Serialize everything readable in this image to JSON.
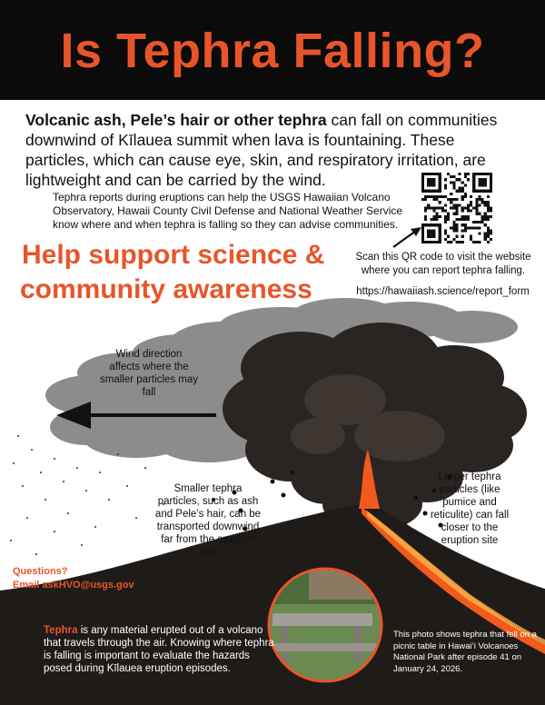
{
  "title": "Is Tephra Falling?",
  "intro": {
    "bold_lead": "Volcanic ash, Pele’s hair or other tephra",
    "text": " can fall on communities downwind of Kīlauea summit when lava is fountaining.  These particles, which can cause eye, skin, and respiratory irritation, are lightweight and can be carried by the wind."
  },
  "reports_text": "Tephra reports during eruptions can help the USGS Hawaiian Volcano Observatory, Hawaii County Civil Defense and National Weather Service know where and when tephra is falling so they can advise communities.",
  "help_line1": "Help support science &",
  "help_line2": "community awareness",
  "qr": {
    "scan_text": "Scan this QR code to visit the website where you can report tephra falling.",
    "url": "https://hawaiiash.science/report_form"
  },
  "wind_text": "Wind direction affects where the smaller particles may fall",
  "small_particles_text": "Smaller tephra particles, such as ash and Pele’s hair, can be transported downwind far from the eruption site",
  "large_particles_text": "Larger tephra particles (like pumice and reticulite) can fall closer to the eruption site",
  "questions": {
    "label": "Questions?",
    "email": "Email askHVO@usgs.gov"
  },
  "tephra_definition": {
    "term": "Tephra",
    "text": " is any material erupted out of a volcano that travels through the air. Knowing where tephra is falling is important to evaluate the hazards posed during Kīlauea eruption episodes."
  },
  "photo_caption": "This photo shows tephra that fell on a picnic table in Hawai‘i Volcanoes National Park after episode 41 on January 24, 2026.",
  "colors": {
    "accent": "#e8552a",
    "header_bg": "#0b0b0b",
    "gray_cloud": "#8c8c8c",
    "dark_plume": "#3a3330",
    "ground": "#1f1b19",
    "lava": "#f05a1e"
  }
}
